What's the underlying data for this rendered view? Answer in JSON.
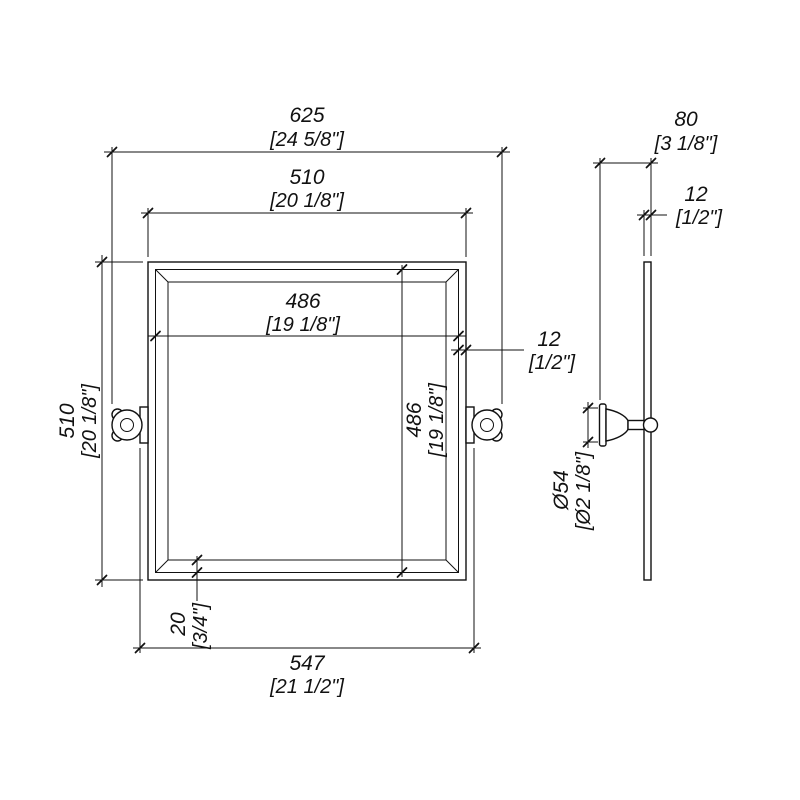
{
  "drawing": {
    "background": "#ffffff",
    "ink": "#111111",
    "front": {
      "overall_width": {
        "mm": "625",
        "in": "[24 5/8\"]"
      },
      "frame_width": {
        "mm": "510",
        "in": "[20 1/8\"]"
      },
      "glass_width": {
        "mm": "486",
        "in": "[19 1/8\"]"
      },
      "edge": {
        "mm": "12",
        "in": "[1/2\"]"
      },
      "frame_height": {
        "mm": "510",
        "in": "[20 1/8\"]"
      },
      "glass_height": {
        "mm": "486",
        "in": "[19 1/8\"]"
      },
      "bevel": {
        "mm": "20",
        "in": "[3/4\"]"
      },
      "bracket_span": {
        "mm": "547",
        "in": "[21 1/2\"]"
      }
    },
    "side": {
      "depth": {
        "mm": "80",
        "in": "[3 1/8\"]"
      },
      "thickness": {
        "mm": "12",
        "in": "[1/2\"]"
      },
      "mount_diameter": {
        "mm": "Ø54",
        "in": "[Ø2 1/8\"]"
      }
    }
  }
}
